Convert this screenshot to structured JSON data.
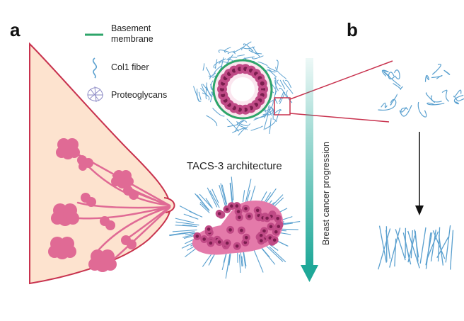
{
  "panels": {
    "a": "a",
    "b": "b"
  },
  "legend": {
    "basement_membrane": [
      "Basement",
      "membrane"
    ],
    "col1_fiber": "Col1 fiber",
    "proteoglycans": "Proteoglycans"
  },
  "tacs_caption": "TACS-3 architecture",
  "arrow_label": "Breast cancer progression",
  "colors": {
    "skin": "#fde3cf",
    "skin_outline": "#c8324e",
    "lobule": "#e06a95",
    "membrane": "#2ea56a",
    "fiber": "#5aa0cf",
    "cell": "#c04a86",
    "nucleus": "#7a1d4e",
    "zoom_line": "#c8324e",
    "progress_arrow": "#1fa898"
  }
}
